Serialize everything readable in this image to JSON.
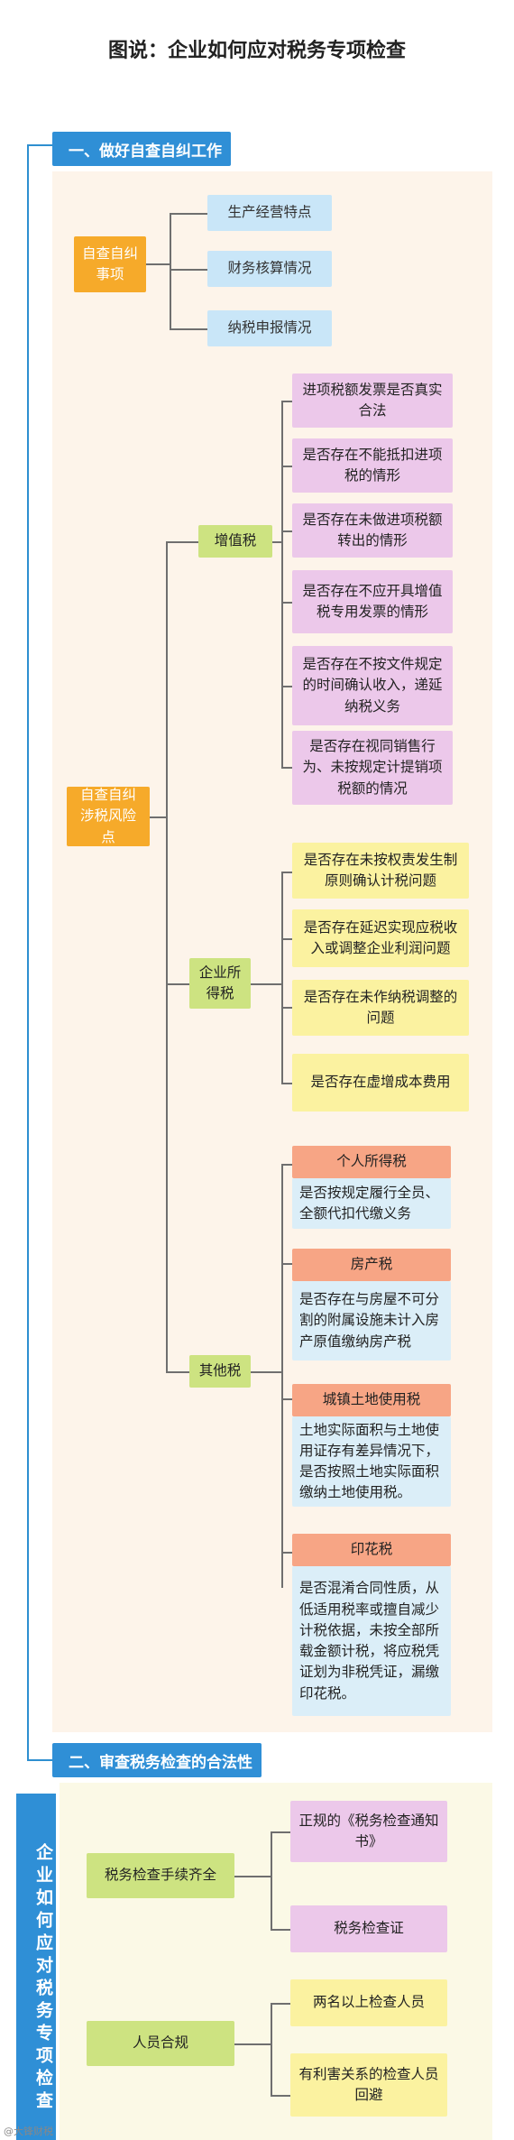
{
  "title": "图说：企业如何应对税务专项检查",
  "banner": "企业如何应对税务专项检查",
  "watermark": "@大锋财税",
  "section1": {
    "header": "一、做好自查自纠工作",
    "self_check_items": {
      "label": "自查自纠事项",
      "items": [
        "生产经营特点",
        "财务核算情况",
        "纳税申报情况"
      ]
    },
    "risk": {
      "label": "自查自纠涉税风险点",
      "vat": {
        "label": "增值税",
        "items": [
          "进项税额发票是否真实合法",
          "是否存在不能抵扣进项税的情形",
          "是否存在未做进项税额转出的情形",
          "是否存在不应开具增值税专用发票的情形",
          "是否存在不按文件规定的时间确认收入，递延纳税义务",
          "是否存在视同销售行为、未按规定计提销项税额的情况"
        ]
      },
      "cit": {
        "label": "企业所得税",
        "items": [
          "是否存在未按权责发生制原则确认计税问题",
          "是否存在延迟实现应税收入或调整企业利润问题",
          "是否存在未作纳税调整的问题",
          "是否存在虚增成本费用"
        ]
      },
      "other": {
        "label": "其他税",
        "items": [
          {
            "name": "个人所得税",
            "desc": "是否按规定履行全员、全额代扣代缴义务"
          },
          {
            "name": "房产税",
            "desc": "是否存在与房屋不可分割的附属设施未计入房产原值缴纳房产税"
          },
          {
            "name": "城镇土地使用税",
            "desc": "土地实际面积与土地使用证存有差异情况下，是否按照土地实际面积缴纳土地使用税。"
          },
          {
            "name": "印花税",
            "desc": "是否混淆合同性质，从低适用税率或擅自减少计税依据，未按全部所载金额计税，将应税凭证划为非税凭证，漏缴印花税。"
          }
        ]
      }
    }
  },
  "section2": {
    "header": "二、审查税务检查的合法性",
    "procedures": {
      "label": "税务检查手续齐全",
      "items": [
        "正规的《税务检查通知书》",
        "税务检查证"
      ]
    },
    "personnel": {
      "label": "人员合规",
      "items": [
        "两名以上检查人员",
        "有利害关系的检查人员回避"
      ]
    }
  },
  "colors": {
    "header_blue": "#2f8fd6",
    "orange": "#f6aa2a",
    "light_blue": "#c9e6f8",
    "pink": "#ecc8ea",
    "green": "#cde381",
    "yellow": "#fbf2a0",
    "salmon": "#f7a585"
  }
}
